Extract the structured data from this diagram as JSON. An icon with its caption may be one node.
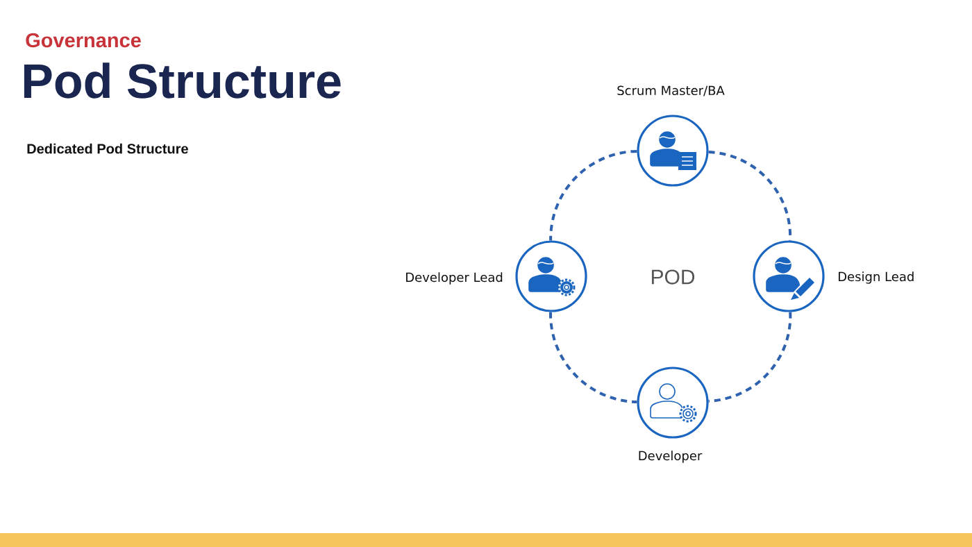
{
  "diagram": {
    "title": "Pod Structure",
    "nodes": [
      {
        "text": [
          "Scrum Master/BA"
        ]
      },
      {
        "text": [
          "Developer Lead"
        ]
      },
      {
        "text": [
          "Design Lead"
        ]
      },
      {
        "text": [
          "Developer"
        ]
      }
    ],
    "edges": [
      {
        "from": 0,
        "to": 1,
        "arrow": "none",
        "style": "dashed"
      },
      {
        "from": 0,
        "to": 2,
        "arrow": "none",
        "style": "dashed"
      },
      {
        "from": 1,
        "to": 3,
        "arrow": "none",
        "style": "dashed"
      },
      {
        "from": 2,
        "to": 3,
        "arrow": "none",
        "style": "dashed"
      }
    ],
    "labels": [
      "Governance",
      "Dedicated Pod Structure",
      "POD"
    ]
  }
}
